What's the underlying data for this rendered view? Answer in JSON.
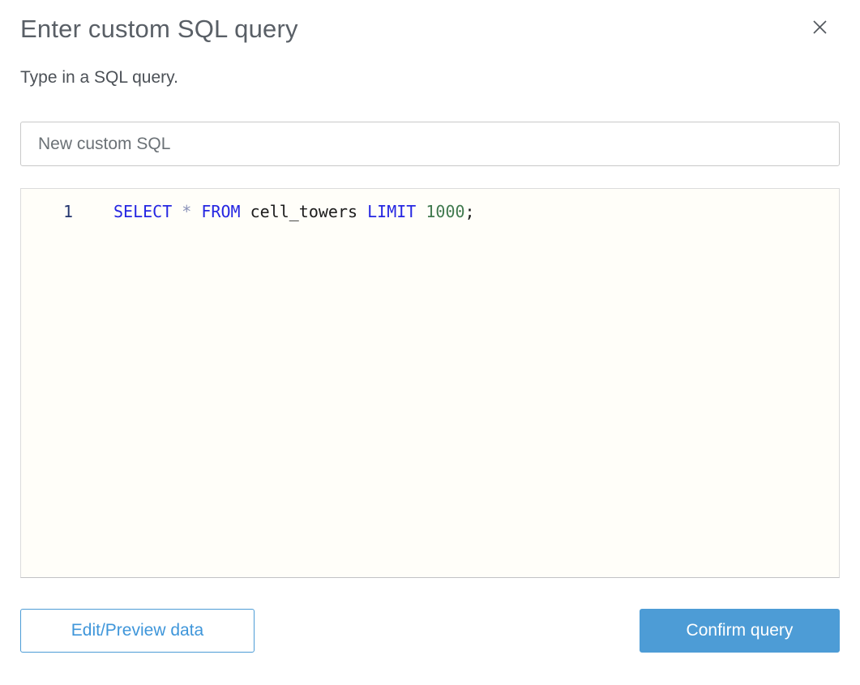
{
  "modal": {
    "title": "Enter custom SQL query",
    "subtitle": "Type in a SQL query.",
    "close_icon": "x-close"
  },
  "name_input": {
    "value": "New custom SQL"
  },
  "editor": {
    "lines": [
      {
        "number": "1",
        "tokens": [
          {
            "type": "keyword",
            "text": "SELECT"
          },
          {
            "type": "plain",
            "text": " "
          },
          {
            "type": "operator",
            "text": "*"
          },
          {
            "type": "plain",
            "text": " "
          },
          {
            "type": "keyword",
            "text": "FROM"
          },
          {
            "type": "plain",
            "text": " cell_towers "
          },
          {
            "type": "keyword",
            "text": "LIMIT"
          },
          {
            "type": "plain",
            "text": " "
          },
          {
            "type": "number",
            "text": "1000"
          },
          {
            "type": "plain",
            "text": ";"
          }
        ]
      }
    ]
  },
  "footer": {
    "edit_preview_label": "Edit/Preview data",
    "confirm_label": "Confirm query"
  },
  "colors": {
    "accent_blue": "#4d9cd6",
    "keyword_blue": "#2526e2",
    "number_green": "#417a4f",
    "operator_gray": "#8a92b8",
    "line_number_navy": "#24356e",
    "editor_background": "#fffef9",
    "title_gray": "#595f66"
  }
}
